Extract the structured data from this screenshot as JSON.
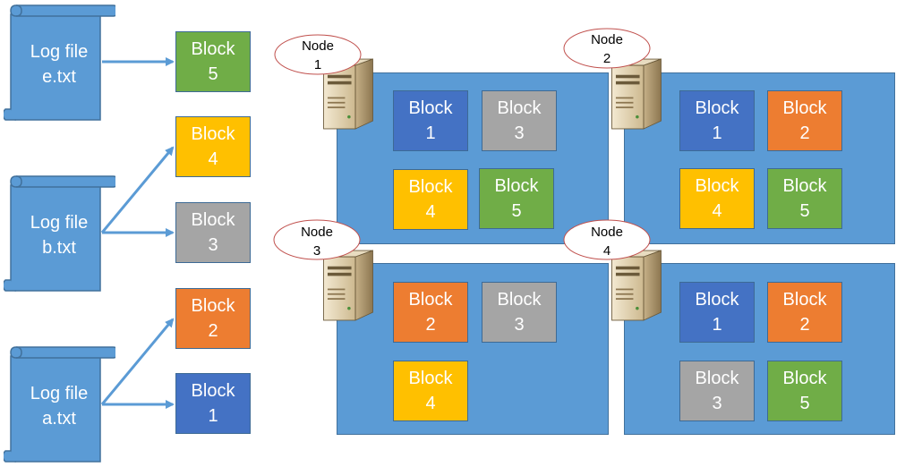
{
  "colors": {
    "log_file": "#5b9bd5",
    "node_box": "#5b9bd5",
    "arrow": "#5b9bd5",
    "block_1": "#4472c4",
    "block_2": "#ed7d31",
    "block_3": "#a5a5a5",
    "block_4": "#ffc000",
    "block_5": "#70ad47"
  },
  "log_files": [
    {
      "line1": "Log file",
      "line2": "e.txt"
    },
    {
      "line1": "Log file",
      "line2": "b.txt"
    },
    {
      "line1": "Log file",
      "line2": "a.txt"
    }
  ],
  "blocks": [
    {
      "line1": "Block",
      "line2": "5",
      "color": "block_5"
    },
    {
      "line1": "Block",
      "line2": "4",
      "color": "block_4"
    },
    {
      "line1": "Block",
      "line2": "3",
      "color": "block_3"
    },
    {
      "line1": "Block",
      "line2": "2",
      "color": "block_2"
    },
    {
      "line1": "Block",
      "line2": "1",
      "color": "block_1"
    }
  ],
  "nodes": [
    {
      "label1": "Node",
      "label2": "1",
      "blocks": [
        {
          "line1": "Block",
          "line2": "1",
          "color": "block_1"
        },
        {
          "line1": "Block",
          "line2": "3",
          "color": "block_3"
        },
        {
          "line1": "Block",
          "line2": "4",
          "color": "block_4"
        },
        {
          "line1": "Block",
          "line2": "5",
          "color": "block_5"
        }
      ]
    },
    {
      "label1": "Node",
      "label2": "2",
      "blocks": [
        {
          "line1": "Block",
          "line2": "1",
          "color": "block_1"
        },
        {
          "line1": "Block",
          "line2": "2",
          "color": "block_2"
        },
        {
          "line1": "Block",
          "line2": "4",
          "color": "block_4"
        },
        {
          "line1": "Block",
          "line2": "5",
          "color": "block_5"
        }
      ]
    },
    {
      "label1": "Node",
      "label2": "3",
      "blocks": [
        {
          "line1": "Block",
          "line2": "2",
          "color": "block_2"
        },
        {
          "line1": "Block",
          "line2": "3",
          "color": "block_3"
        },
        {
          "line1": "Block",
          "line2": "4",
          "color": "block_4"
        }
      ]
    },
    {
      "label1": "Node",
      "label2": "4",
      "blocks": [
        {
          "line1": "Block",
          "line2": "1",
          "color": "block_1"
        },
        {
          "line1": "Block",
          "line2": "2",
          "color": "block_2"
        },
        {
          "line1": "Block",
          "line2": "3",
          "color": "block_3"
        },
        {
          "line1": "Block",
          "line2": "5",
          "color": "block_5"
        }
      ]
    }
  ]
}
